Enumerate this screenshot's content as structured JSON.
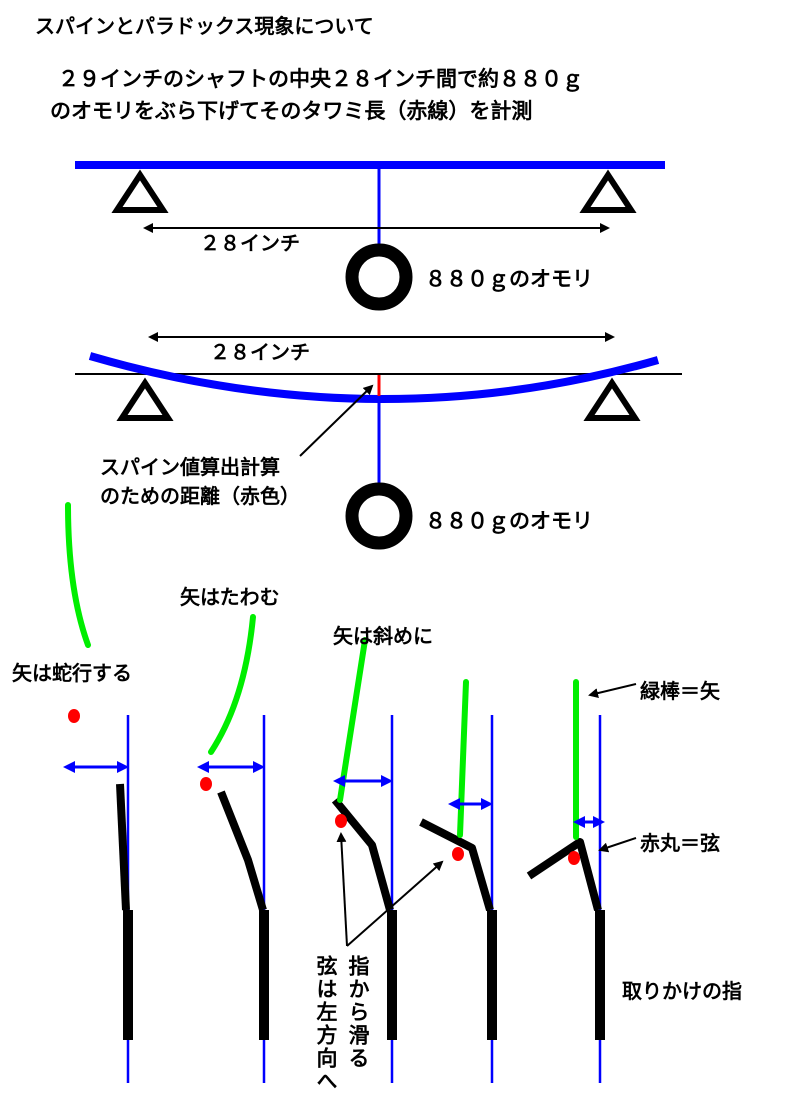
{
  "title": "スパインとパラドックス現象について",
  "intro": {
    "line1": "２９インチのシャフトの中央２８インチ間で約８８０ｇ",
    "line2": "のオモリをぶら下げてそのタワミ長（赤線）を計測"
  },
  "diagram1": {
    "span_label": "２８インチ",
    "weight_label": "８８０ｇのオモリ"
  },
  "diagram2": {
    "span_label": "２８インチ",
    "weight_label": "８８０ｇのオモリ",
    "note_line1": "スパイン値算出計算",
    "note_line2": "のための距離（赤色）"
  },
  "panels": {
    "label1": "矢は蛇行する",
    "label2": "矢はたわむ",
    "label3": "矢は斜めに",
    "legend_arrow": "緑棒＝矢",
    "legend_string": "赤丸＝弦",
    "finger_label": "取りかけの指",
    "slip_label": "指から滑る",
    "string_left_label": "弦は左方向へ"
  },
  "colors": {
    "shaft": "#0000ff",
    "arrow": "#00ee00",
    "string": "#ff0000",
    "finger": "#000000"
  }
}
